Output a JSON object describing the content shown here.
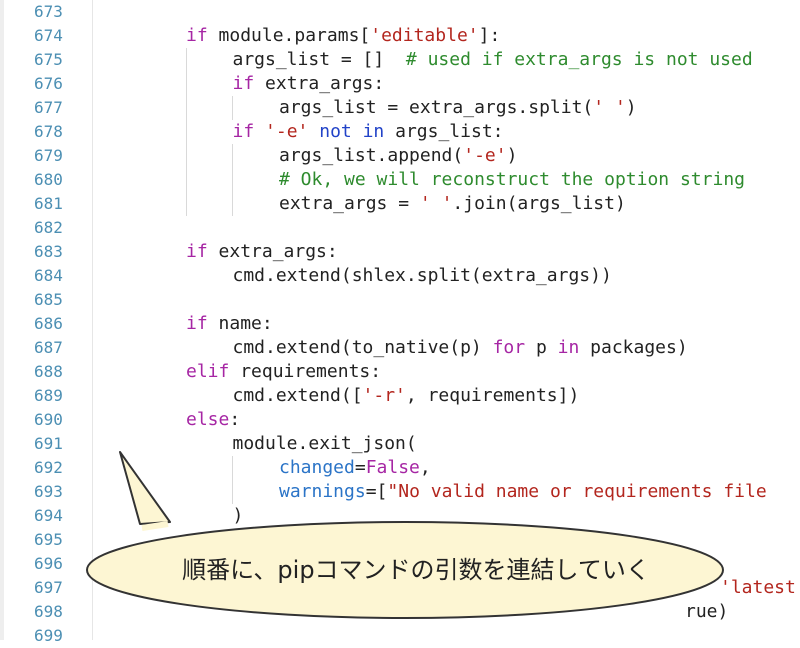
{
  "editor": {
    "colors": {
      "line_number": "#4c8fb3",
      "keyword": "#a626a4",
      "string": "#b3261e",
      "comment": "#2e8b2e",
      "bubble_fill": "#fdf6d3"
    },
    "lines": [
      {
        "num": "673",
        "indent": 0,
        "tokens": []
      },
      {
        "num": "674",
        "indent": 2,
        "tokens": [
          {
            "t": "kw",
            "v": "if"
          },
          {
            "t": "n",
            "v": " module.params["
          },
          {
            "t": "str",
            "v": "'editable'"
          },
          {
            "t": "n",
            "v": "]:"
          }
        ]
      },
      {
        "num": "675",
        "indent": 3,
        "tokens": [
          {
            "t": "n",
            "v": "args_list = []  "
          },
          {
            "t": "com",
            "v": "# used if extra_args is not used"
          }
        ]
      },
      {
        "num": "676",
        "indent": 3,
        "tokens": [
          {
            "t": "kw",
            "v": "if"
          },
          {
            "t": "n",
            "v": " extra_args:"
          }
        ]
      },
      {
        "num": "677",
        "indent": 4,
        "tokens": [
          {
            "t": "n",
            "v": "args_list = extra_args.split("
          },
          {
            "t": "str",
            "v": "' '"
          },
          {
            "t": "n",
            "v": ")"
          }
        ]
      },
      {
        "num": "678",
        "indent": 3,
        "tokens": [
          {
            "t": "kw",
            "v": "if"
          },
          {
            "t": "n",
            "v": " "
          },
          {
            "t": "str",
            "v": "'-e'"
          },
          {
            "t": "n",
            "v": " "
          },
          {
            "t": "kw2",
            "v": "not"
          },
          {
            "t": "n",
            "v": " "
          },
          {
            "t": "kw2",
            "v": "in"
          },
          {
            "t": "n",
            "v": " args_list:"
          }
        ]
      },
      {
        "num": "679",
        "indent": 4,
        "tokens": [
          {
            "t": "n",
            "v": "args_list.append("
          },
          {
            "t": "str",
            "v": "'-e'"
          },
          {
            "t": "n",
            "v": ")"
          }
        ]
      },
      {
        "num": "680",
        "indent": 4,
        "tokens": [
          {
            "t": "com",
            "v": "# Ok, we will reconstruct the option string"
          }
        ]
      },
      {
        "num": "681",
        "indent": 4,
        "tokens": [
          {
            "t": "n",
            "v": "extra_args = "
          },
          {
            "t": "str",
            "v": "' '"
          },
          {
            "t": "n",
            "v": ".join(args_list)"
          }
        ]
      },
      {
        "num": "682",
        "indent": 0,
        "tokens": []
      },
      {
        "num": "683",
        "indent": 2,
        "tokens": [
          {
            "t": "kw",
            "v": "if"
          },
          {
            "t": "n",
            "v": " extra_args:"
          }
        ]
      },
      {
        "num": "684",
        "indent": 3,
        "tokens": [
          {
            "t": "n",
            "v": "cmd.extend(shlex.split(extra_args))"
          }
        ]
      },
      {
        "num": "685",
        "indent": 0,
        "tokens": []
      },
      {
        "num": "686",
        "indent": 2,
        "tokens": [
          {
            "t": "kw",
            "v": "if"
          },
          {
            "t": "n",
            "v": " name:"
          }
        ]
      },
      {
        "num": "687",
        "indent": 3,
        "tokens": [
          {
            "t": "n",
            "v": "cmd.extend(to_native(p) "
          },
          {
            "t": "kw",
            "v": "for"
          },
          {
            "t": "n",
            "v": " p "
          },
          {
            "t": "kw",
            "v": "in"
          },
          {
            "t": "n",
            "v": " packages)"
          }
        ]
      },
      {
        "num": "688",
        "indent": 2,
        "tokens": [
          {
            "t": "kw",
            "v": "elif"
          },
          {
            "t": "n",
            "v": " requirements:"
          }
        ]
      },
      {
        "num": "689",
        "indent": 3,
        "tokens": [
          {
            "t": "n",
            "v": "cmd.extend(["
          },
          {
            "t": "str",
            "v": "'-r'"
          },
          {
            "t": "n",
            "v": ", requirements])"
          }
        ]
      },
      {
        "num": "690",
        "indent": 2,
        "tokens": [
          {
            "t": "kw",
            "v": "else"
          },
          {
            "t": "n",
            "v": ":"
          }
        ]
      },
      {
        "num": "691",
        "indent": 3,
        "tokens": [
          {
            "t": "n",
            "v": "module.exit_json("
          }
        ]
      },
      {
        "num": "692",
        "indent": 4,
        "tokens": [
          {
            "t": "param",
            "v": "changed"
          },
          {
            "t": "n",
            "v": "="
          },
          {
            "t": "kw",
            "v": "False"
          },
          {
            "t": "n",
            "v": ","
          }
        ]
      },
      {
        "num": "693",
        "indent": 4,
        "tokens": [
          {
            "t": "param",
            "v": "warnings"
          },
          {
            "t": "n",
            "v": "=["
          },
          {
            "t": "str",
            "v": "\"No valid name or requirements file"
          }
        ]
      },
      {
        "num": "694",
        "indent": 3,
        "tokens": [
          {
            "t": "n",
            "v": ")"
          }
        ]
      },
      {
        "num": "695",
        "indent": 0,
        "tokens": []
      },
      {
        "num": "696",
        "indent": 0,
        "tokens": []
      },
      {
        "num": "697",
        "indent": 0,
        "tokens": [
          {
            "t": "str",
            "v": "'latest"
          }
        ]
      },
      {
        "num": "698",
        "indent": 0,
        "tokens": [
          {
            "t": "n",
            "v": "rue)"
          }
        ]
      },
      {
        "num": "699",
        "indent": 0,
        "tokens": []
      }
    ]
  },
  "callout": {
    "text": "順番に、pipコマンドの引数を連結していく"
  }
}
